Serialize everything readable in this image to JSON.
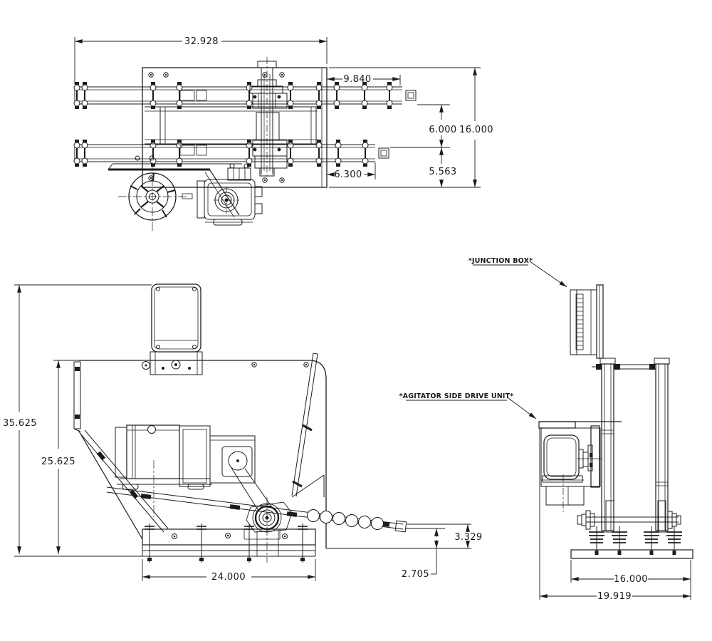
{
  "drawing": {
    "background": "#ffffff",
    "line_color": "#1c1c1c",
    "views": {
      "top_view": {
        "dims": {
          "overall_width": "32.928",
          "right_chain_extension": "9.840",
          "rail_spacing": "6.000",
          "overall_height": "16.000",
          "lower_rail_offset": "5.563",
          "lower_chain_extension": "6.300"
        }
      },
      "front_view": {
        "dims": {
          "overall_height": "35.625",
          "frame_height": "25.625",
          "base_width": "24.000",
          "chain_end_rise": "3.329",
          "chain_end_offset": "2.705"
        }
      },
      "side_view": {
        "dims": {
          "bolt_pattern_width": "16.000",
          "overall_depth": "19.919"
        },
        "callouts": {
          "junction_box": "*JUNCTION BOX*",
          "drive_unit": "*AGITATOR SIDE DRIVE UNIT*"
        }
      }
    }
  }
}
